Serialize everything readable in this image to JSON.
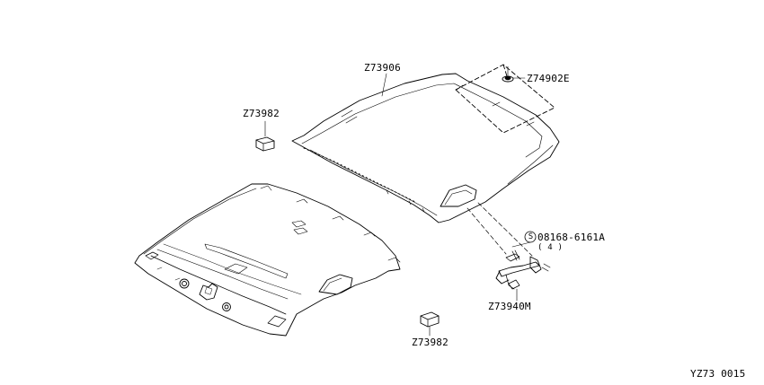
{
  "labels": {
    "headlining_front": "Z73906",
    "clip_top": "Z74902E",
    "pad_upper": "Z73982",
    "screw_part": "08168-6161A",
    "screw_symbol": "S",
    "screw_qty": "( 4 )",
    "assist_grip": "Z73940M",
    "pad_lower": "Z73982",
    "diagram_code": "YZ73 0015"
  },
  "colors": {
    "line": "#000000",
    "background": "#ffffff"
  }
}
